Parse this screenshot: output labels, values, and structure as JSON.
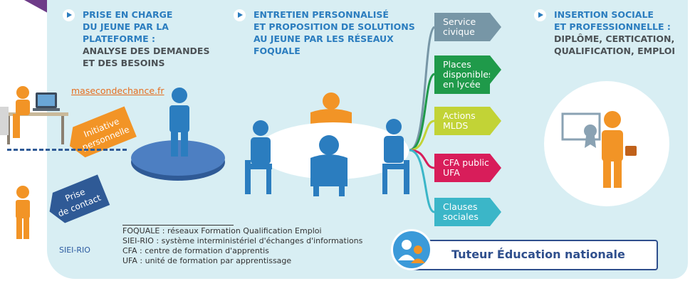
{
  "steps": [
    {
      "title_lines": [
        "PRISE EN CHARGE",
        "DU JEUNE PAR LA",
        "PLATEFORME :"
      ],
      "body_lines": [
        "ANALYSE DES DEMANDES",
        "ET DES BESOINS"
      ]
    },
    {
      "title_lines": [
        "ENTRETIEN PERSONNALISÉ",
        "ET PROPOSITION DE SOLUTIONS",
        "AU JEUNE PAR LES RÉSEAUX",
        "FOQUALE"
      ],
      "body_lines": []
    },
    {
      "title_lines": [
        "INSERTION SOCIALE",
        "ET PROFESSIONNELLE :"
      ],
      "body_lines": [
        "DIPLÔME, CERTICATION,",
        "QUALIFICATION, EMPLOI"
      ]
    }
  ],
  "website": "masecondechance.fr",
  "initiative_label": [
    "Initiative",
    "personnelle"
  ],
  "contact_label": [
    "Prise",
    "de contact"
  ],
  "siei_label": "SIEI-RIO",
  "solutions": [
    {
      "lines": [
        "Service",
        "civique"
      ],
      "color": "#7796a6"
    },
    {
      "lines": [
        "Places",
        "disponibles",
        "en lycée"
      ],
      "color": "#1f9a4a"
    },
    {
      "lines": [
        "Actions",
        "MLDS"
      ],
      "color": "#c2d336"
    },
    {
      "lines": [
        "CFA public",
        "UFA"
      ],
      "color": "#d81d5a"
    },
    {
      "lines": [
        "Clauses",
        "sociales"
      ],
      "color": "#3bb6c8"
    }
  ],
  "legend": [
    "FOQUALE : réseaux Formation Qualification Emploi",
    "SIEI-RIO : système interministériel d'échanges d'informations",
    "CFA : centre de formation d'apprentis",
    "UFA : unité de formation par apprentissage"
  ],
  "tuteur": "Tuteur Éducation nationale",
  "colors": {
    "orange": "#f29426",
    "blue": "#2b7dbf",
    "navy": "#2f4f8d",
    "panel": "#d8eef3",
    "purple": "#6e3b88"
  }
}
